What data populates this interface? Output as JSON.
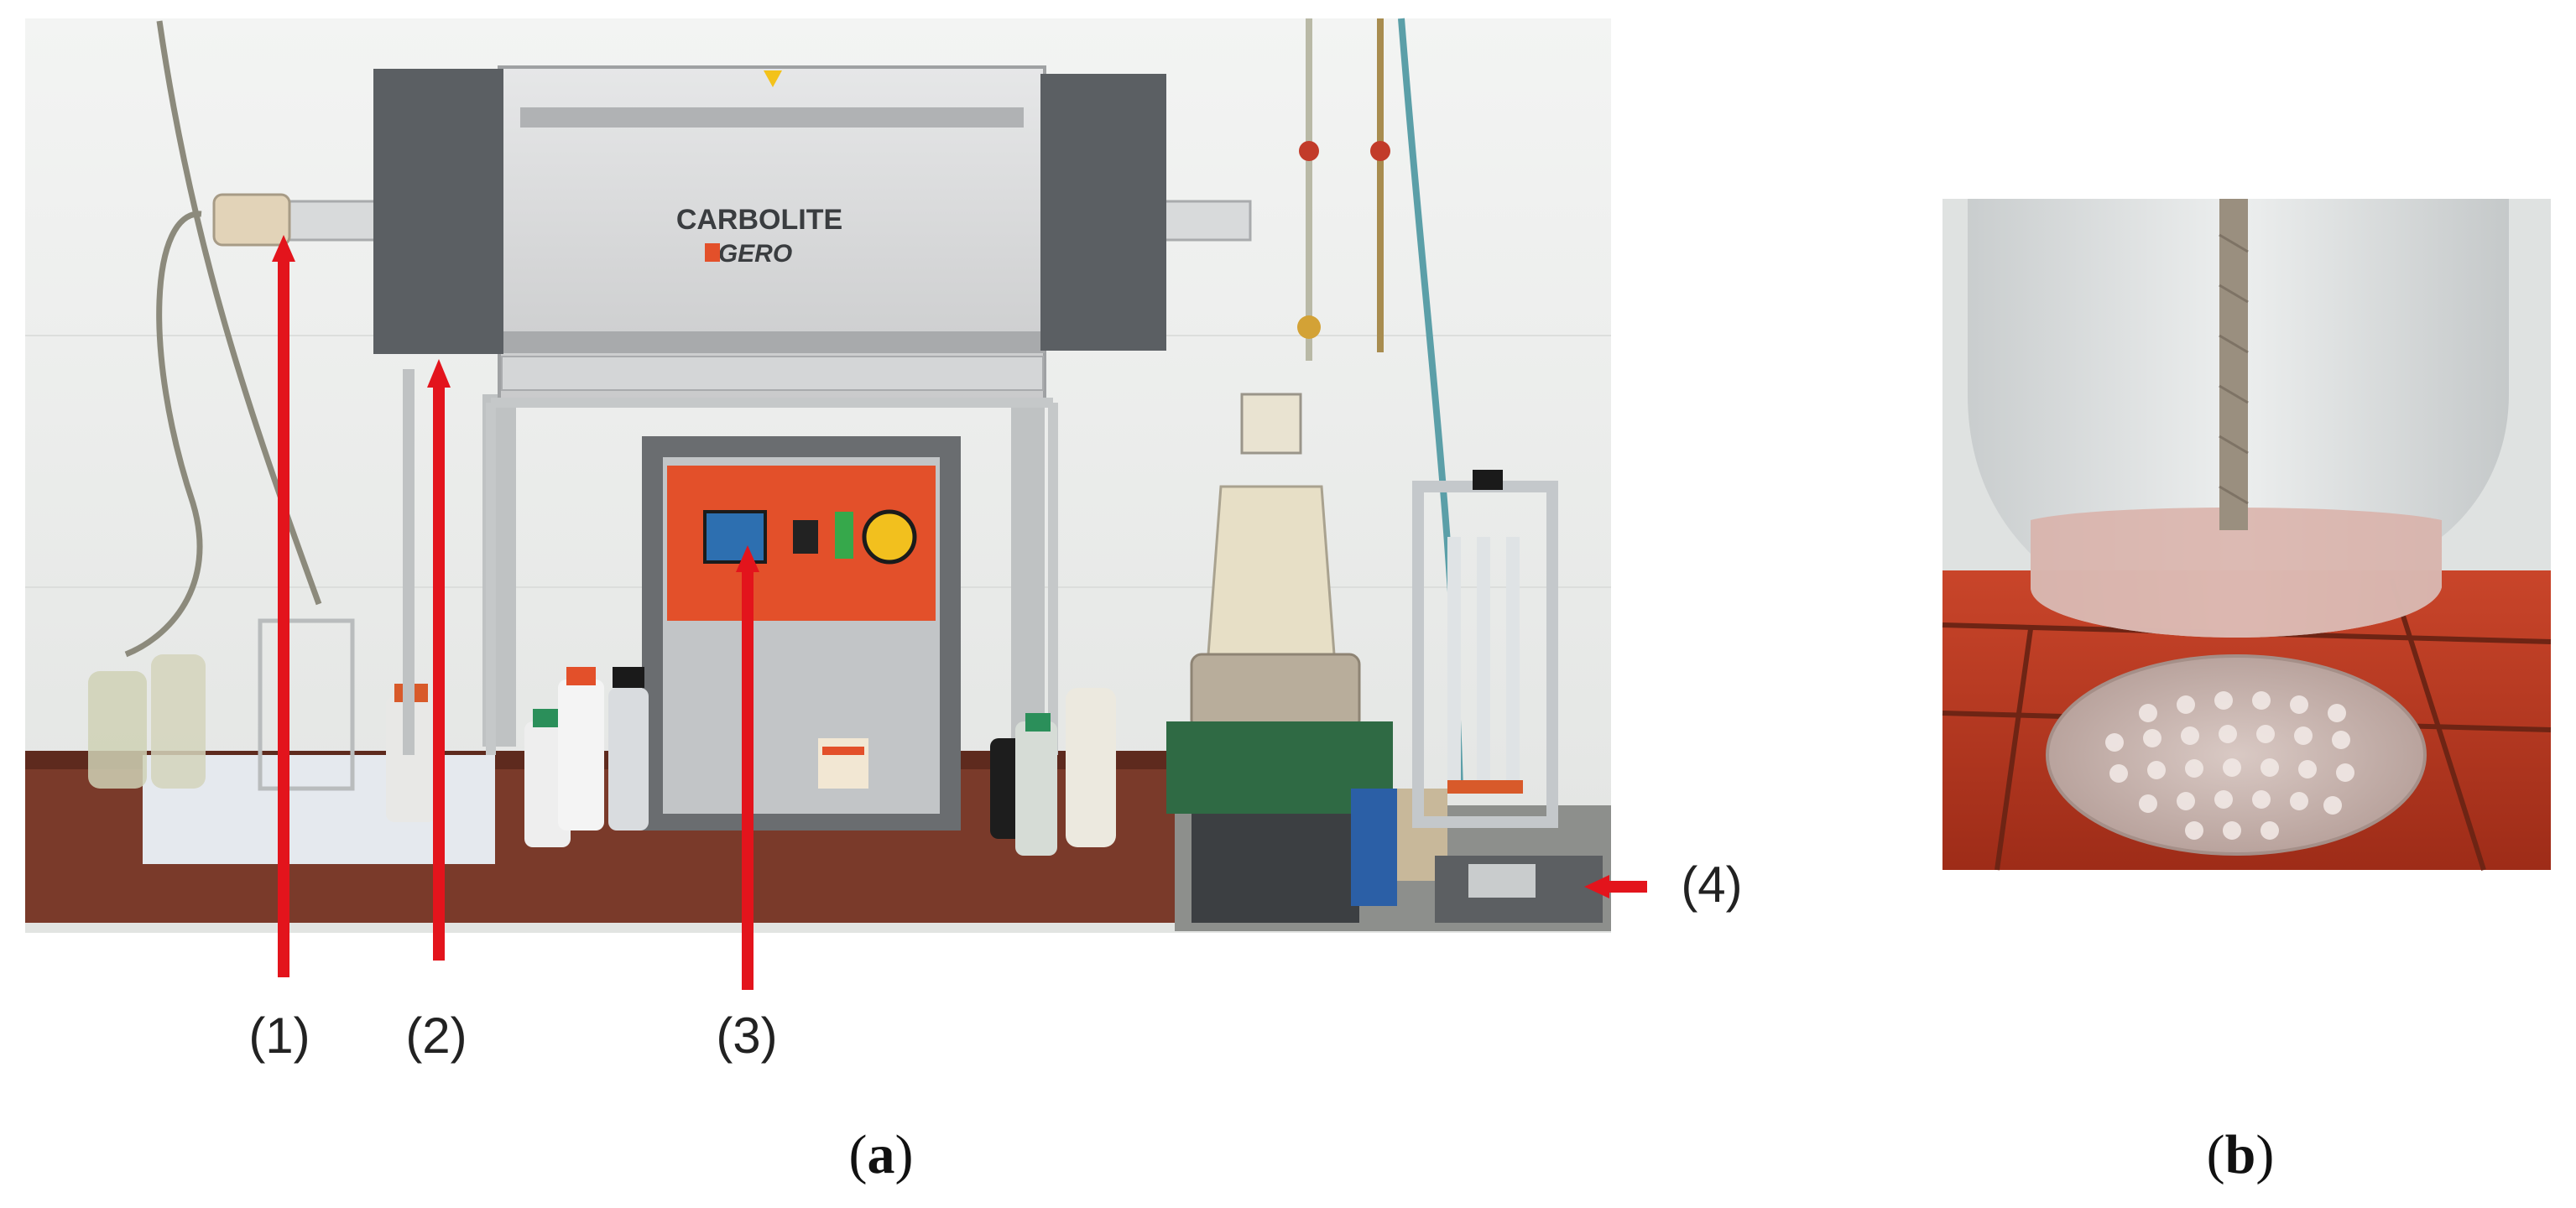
{
  "figure": {
    "panel_a": {
      "label_open": "(",
      "label_letter": "a",
      "label_close": ")",
      "logo_line1": "CARBOLITE",
      "logo_line2": "GERO",
      "callouts": [
        {
          "label": "(1)"
        },
        {
          "label": "(2)"
        },
        {
          "label": "(3)"
        },
        {
          "label": "(4)"
        }
      ]
    },
    "panel_b": {
      "label_open": "(",
      "label_letter": "b",
      "label_close": ")"
    },
    "colors": {
      "arrow": "#e3141c",
      "furnace_body": "#d9dadb",
      "furnace_side": "#5b5f63",
      "controller_orange": "#e3502a",
      "wall": "#eef0ef",
      "bench": "#7a3a2a",
      "tile": "#b8351c"
    }
  }
}
